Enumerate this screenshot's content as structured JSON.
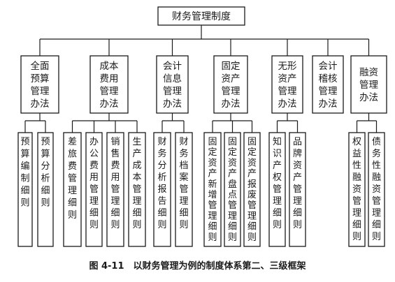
{
  "root": "财务管理制度",
  "groups": [
    {
      "label": "全面预算管理办法",
      "children": [
        "预算编制细则",
        "预算分析细则"
      ]
    },
    {
      "label": "成本费用管理办法",
      "children": [
        "差旅费管理细则",
        "办公费用管理细则",
        "销售费用管理细则",
        "生产成本管理细则"
      ]
    },
    {
      "label": "会计信息管理办法",
      "children": [
        "财务分析报告细则",
        "财务档案管理细则"
      ]
    },
    {
      "label": "固定资产管理办法",
      "children": [
        "固定资产新增管理细则",
        "固定资产盘点管理细则",
        "固定资产报废管理细则"
      ]
    },
    {
      "label": "无形资产管理办法",
      "children": [
        "知识产权管理细则",
        "品牌资产管理细则"
      ]
    },
    {
      "label": "会计稽核管理办法",
      "children": []
    },
    {
      "label": "融资管理办法",
      "children": [
        "权益性融资管理细则",
        "债务性融资管理细则"
      ]
    }
  ],
  "caption": "图 4-11　以财务管理为例的制度体系第二、三级框架"
}
